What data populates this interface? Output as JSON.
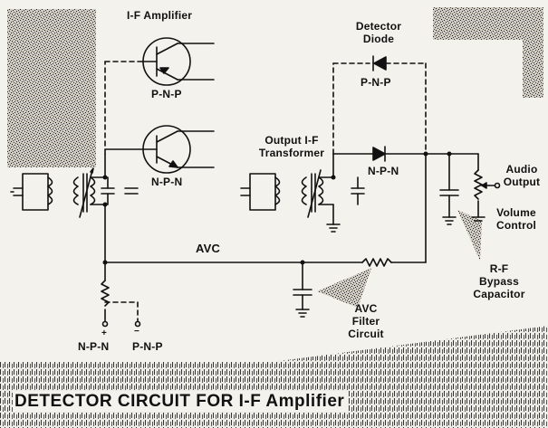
{
  "labels": {
    "if_amplifier": "I-F Amplifier",
    "pnp_transistor": "P-N-P",
    "npn_transistor": "N-P-N",
    "detector_diode_line1": "Detector",
    "detector_diode_line2": "Diode",
    "pnp_diode": "P-N-P",
    "output_if_line1": "Output I-F",
    "output_if_line2": "Transformer",
    "npn_diode": "N-P-N",
    "audio_output_line1": "Audio",
    "audio_output_line2": "Output",
    "volume_control_line1": "Volume",
    "volume_control_line2": "Control",
    "avc": "AVC",
    "rf_bypass_line1": "R-F",
    "rf_bypass_line2": "Bypass",
    "rf_bypass_line3": "Capacitor",
    "avc_filter_line1": "AVC",
    "avc_filter_line2": "Filter",
    "avc_filter_line3": "Circuit",
    "npn_supply": "N-P-N",
    "pnp_supply": "P-N-P",
    "plus_sign": "+",
    "minus_sign": "−"
  },
  "title": "DETECTOR CIRCUIT FOR I-F Amplifier"
}
